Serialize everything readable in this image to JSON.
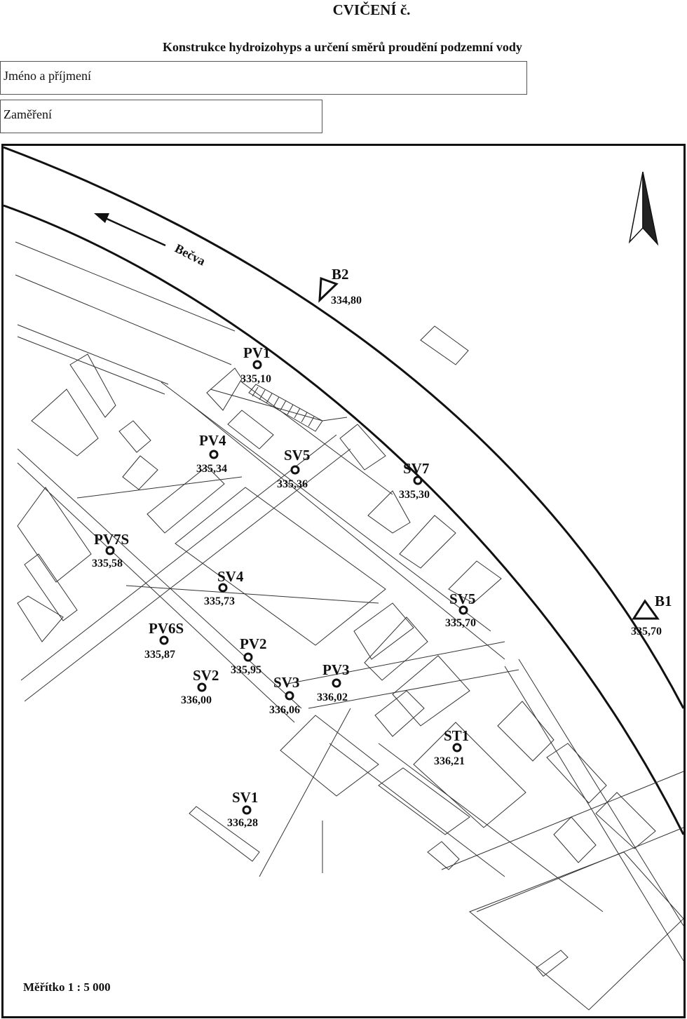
{
  "header": {
    "title": "CVIČENÍ č.",
    "subtitle": "Konstrukce hydroizohyps a určení směrů proudění podzemní vody"
  },
  "form": {
    "name_label": "Jméno a příjmení",
    "specialization_label": "Zaměření"
  },
  "map": {
    "river_name": "Bečva",
    "scale_label": "Měřítko 1 : 5 000",
    "north_arrow_icon": "north-arrow-icon",
    "river_gauges": [
      {
        "name": "B2",
        "value": "334,80"
      },
      {
        "name": "B1",
        "value": "335,70"
      }
    ],
    "wells": [
      {
        "name": "PV1",
        "value": "335,10"
      },
      {
        "name": "PV4",
        "value": "335,34"
      },
      {
        "name": "SV5",
        "value": "335,36"
      },
      {
        "name": "SV7",
        "value": "335,30"
      },
      {
        "name": "PV7S",
        "value": "335,58"
      },
      {
        "name": "SV4",
        "value": "335,73"
      },
      {
        "name": "SV5",
        "value": "335,70"
      },
      {
        "name": "PV6S",
        "value": "335,87"
      },
      {
        "name": "PV2",
        "value": "335,95"
      },
      {
        "name": "SV2",
        "value": "336,00"
      },
      {
        "name": "SV3",
        "value": "336,06"
      },
      {
        "name": "PV3",
        "value": "336,02"
      },
      {
        "name": "ST1",
        "value": "336,21"
      },
      {
        "name": "SV1",
        "value": "336,28"
      }
    ]
  }
}
